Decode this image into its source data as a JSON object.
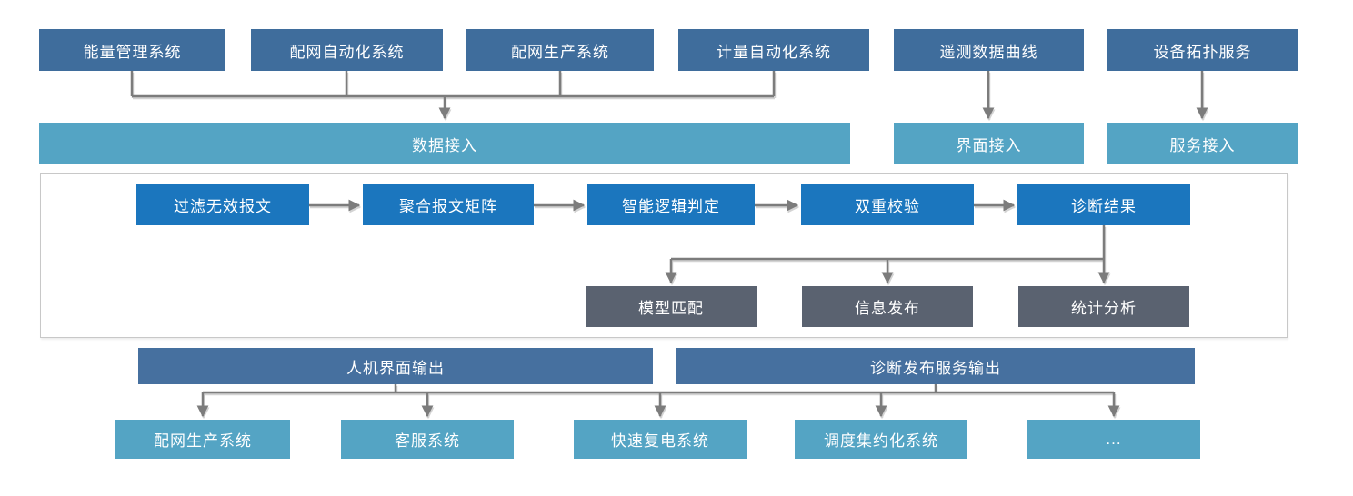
{
  "colors": {
    "source_box_bg": "#3F6D9C",
    "access_box_bg": "#54A4C4",
    "process_box_bg": "#1B76BE",
    "result_box_bg": "#5A6270",
    "output_box_bg": "#46709F",
    "target_box_bg": "#54A4C4",
    "connector": "#7C7C7C",
    "container_border": "#C8C8C8",
    "text": "#FFFFFF"
  },
  "sources": {
    "items": [
      {
        "label": "能量管理系统"
      },
      {
        "label": "配网自动化系统"
      },
      {
        "label": "配网生产系统"
      },
      {
        "label": "计量自动化系统"
      },
      {
        "label": "遥测数据曲线"
      },
      {
        "label": "设备拓扑服务"
      }
    ]
  },
  "access": {
    "data": "数据接入",
    "ui": "界面接入",
    "service": "服务接入"
  },
  "pipeline": {
    "steps": [
      {
        "label": "过滤无效报文"
      },
      {
        "label": "聚合报文矩阵"
      },
      {
        "label": "智能逻辑判定"
      },
      {
        "label": "双重校验"
      },
      {
        "label": "诊断结果"
      }
    ],
    "results": [
      {
        "label": "模型匹配"
      },
      {
        "label": "信息发布"
      },
      {
        "label": "统计分析"
      }
    ]
  },
  "outputs": {
    "hmi": "人机界面输出",
    "publish": "诊断发布服务输出"
  },
  "targets": {
    "items": [
      {
        "label": "配网生产系统"
      },
      {
        "label": "客服系统"
      },
      {
        "label": "快速复电系统"
      },
      {
        "label": "调度集约化系统"
      },
      {
        "label": "..."
      }
    ]
  }
}
